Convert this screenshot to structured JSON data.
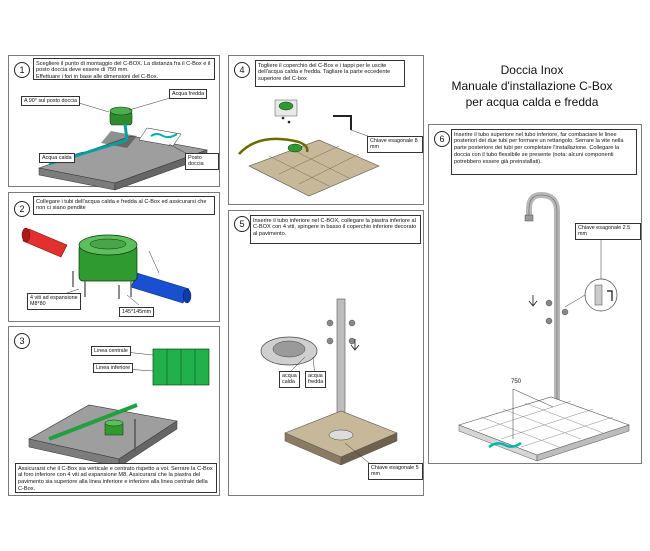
{
  "title": {
    "line1": "Doccia Inox",
    "line2": "Manuale d'installazione C-Box",
    "line3": "per acqua calda e fredda"
  },
  "steps": [
    {
      "number": "1",
      "text": "Scegliere il punto di montaggio del C-BOX. La distanza fra il C-Box e il posto doccia deve essere di 750 mm.\nEffettuare i fori in base alle dimensioni del C-Box.",
      "labels": {
        "angle": "A 90° sul posto doccia",
        "hot": "Acqua calda",
        "cold": "Acqua fredda",
        "shower": "Posto doccia"
      }
    },
    {
      "number": "2",
      "text": "Collegare i tubi dell'acqua calda e fredda al C-Box ed assicurarsi che non ci siano pendite",
      "labels": {
        "screws": "4 viti ad espansione\nM8*80",
        "size": "145*145mm"
      }
    },
    {
      "number": "3",
      "text": "Assicurarsi che il C-Box sia verticale e centrato rispetto a voi. Serrare la C-Box al foro inferiore con 4 viti ad espansione M8. Assicurarsi che la piastra del pavimento sia superiore alla linea inferiore e inferiore alla linea centrale della C-Box.",
      "labels": {
        "center_line": "Linea centrale",
        "lower_line": "Linea inferiore"
      }
    },
    {
      "number": "4",
      "text": "Togliere il coperchio del C-Box e i tappi per le uscite dell'acqua calda e fredda. Tagliare la parte eccedente superiore del C-box",
      "labels": {
        "wrench": "Chiave esagonale 8 mm"
      }
    },
    {
      "number": "5",
      "text": "Inserire il tubo inferiore nel C-BOX, collegare la piastra inferiore al C-BOX con 4 viti, spingere in basso il coperchio inferiore decorato al pavimento.",
      "labels": {
        "hot": "acqua\ncalda",
        "cold": "acqua\nfredda",
        "wrench": "Chiave esagonale 5 mm"
      }
    },
    {
      "number": "6",
      "text": "Inserire il tubo superiore nel tubo inferiore, far combaciare le linee posteriori dei due tubi per formare un rettangolo. Serrare la vite nella parte posteriore dei tubi per completare l'installazione. Collegare la doccia con il tubo flessibile se presente (nota: alcuni componenti potrebbero essere già preinstallati).",
      "labels": {
        "wrench": "Chiave esagonale 2.5 mm",
        "distance": "750"
      }
    }
  ]
}
